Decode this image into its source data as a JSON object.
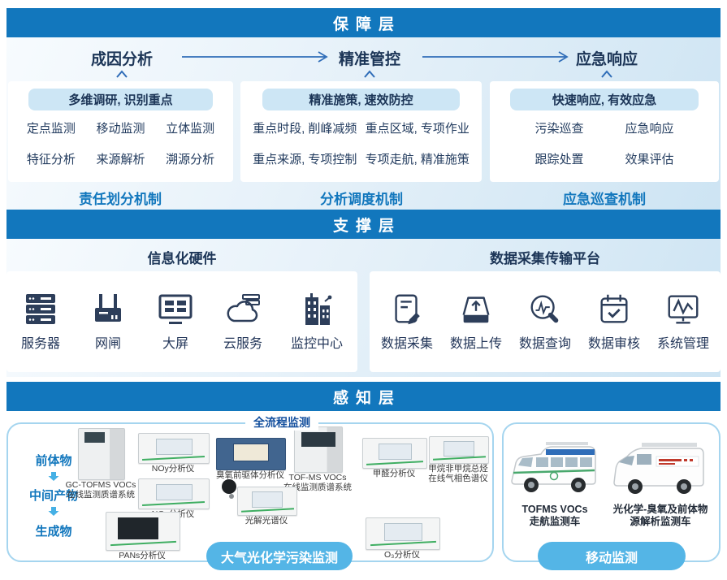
{
  "colors": {
    "primary_blue": "#1277bd",
    "badge_blue": "#54b5e6",
    "navy_text": "#1c3557",
    "green_accent": "#3fae62",
    "box_border_blue": "#a5d5ef"
  },
  "guarantee": {
    "header": "保障层",
    "flow": [
      {
        "title": "成因分析",
        "pill": "多维调研, 识别重点",
        "items": [
          "定点监测",
          "移动监测",
          "立体监测",
          "特征分析",
          "来源解析",
          "溯源分析"
        ],
        "mechanism": "责任划分机制"
      },
      {
        "title": "精准管控",
        "pill": "精准施策, 速效防控",
        "items": [
          "重点时段, 削峰减频",
          "重点区域, 专项作业",
          "重点来源, 专项控制",
          "专项走航, 精准施策"
        ],
        "mechanism": "分析调度机制"
      },
      {
        "title": "应急响应",
        "pill": "快速响应, 有效应急",
        "items": [
          "污染巡查",
          "应急响应",
          "跟踪处置",
          "效果评估"
        ],
        "mechanism": "应急巡查机制"
      }
    ]
  },
  "support": {
    "header": "支撑层",
    "hardware": {
      "title": "信息化硬件",
      "items": [
        {
          "icon": "server-icon",
          "label": "服务器"
        },
        {
          "icon": "network-gateway-icon",
          "label": "网闸"
        },
        {
          "icon": "big-screen-icon",
          "label": "大屏"
        },
        {
          "icon": "cloud-service-icon",
          "label": "云服务"
        },
        {
          "icon": "monitoring-center-icon",
          "label": "监控中心"
        }
      ]
    },
    "platform": {
      "title": "数据采集传输平台",
      "items": [
        {
          "icon": "data-collect-icon",
          "label": "数据采集"
        },
        {
          "icon": "data-upload-icon",
          "label": "数据上传"
        },
        {
          "icon": "data-query-icon",
          "label": "数据查询"
        },
        {
          "icon": "data-audit-icon",
          "label": "数据审核"
        },
        {
          "icon": "system-manage-icon",
          "label": "系统管理"
        }
      ]
    }
  },
  "perception": {
    "header": "感知层",
    "full_process_label": "全流程监测",
    "chain": {
      "steps": [
        "前体物",
        "中间产物",
        "生成物"
      ]
    },
    "instruments": {
      "gc_tofms": {
        "l1": "GC-TOFMS VOCs",
        "l2": "在线监测质谱系统"
      },
      "noy": "NOy分析仪",
      "nox": "NOx分析仪",
      "ozone_precursor": "臭氧前驱体分析仪",
      "tofms": {
        "l1": "TOF-MS VOCs",
        "l2": "在线监测质谱系统"
      },
      "formaldehyde": "甲醛分析仪",
      "methane": {
        "l1": "甲烷非甲烷总烃",
        "l2": "在线气相色谱仪"
      },
      "photolysis": "光解光谱仪",
      "pans": "PANs分析仪",
      "o3": "O₃分析仪"
    },
    "badge_left": "大气光化学污染监测",
    "vehicles": [
      {
        "l1": "TOFMS VOCs",
        "l2": "走航监测车"
      },
      {
        "l1": "光化学-臭氧及前体物",
        "l2": "源解析监测车"
      }
    ],
    "badge_right": "移动监测"
  }
}
